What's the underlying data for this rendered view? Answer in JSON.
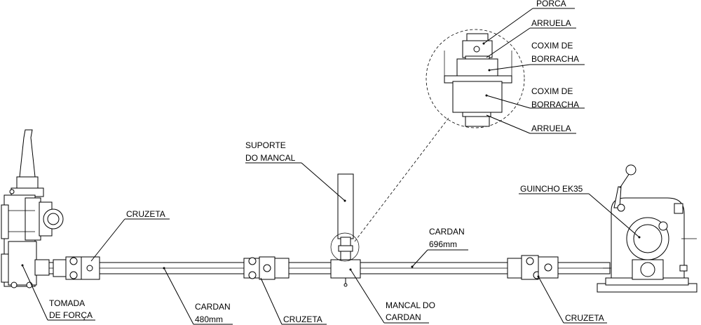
{
  "labels": {
    "porca": "PORCA",
    "arruela_top": "ARRUELA",
    "coxim1_l1": "COXIM DE",
    "coxim1_l2": "BORRACHA",
    "coxim2_l1": "COXIM DE",
    "coxim2_l2": "BORRACHA",
    "arruela_bottom": "ARRUELA",
    "suporte_l1": "SUPORTE",
    "suporte_l2": "DO MANCAL",
    "guincho": "GUINCHO EK35",
    "cruzeta_left": "CRUZETA",
    "cardan_696_l1": "CARDAN",
    "cardan_696_l2": "696mm",
    "tomada_l1": "TOMADA",
    "tomada_l2": "DE FORÇA",
    "cardan_480_l1": "CARDAN",
    "cardan_480_l2": "480mm",
    "cruzeta_mid": "CRUZETA",
    "mancal_l1": "MANCAL DO",
    "mancal_l2": "CARDAN",
    "cruzeta_right": "CRUZETA"
  }
}
